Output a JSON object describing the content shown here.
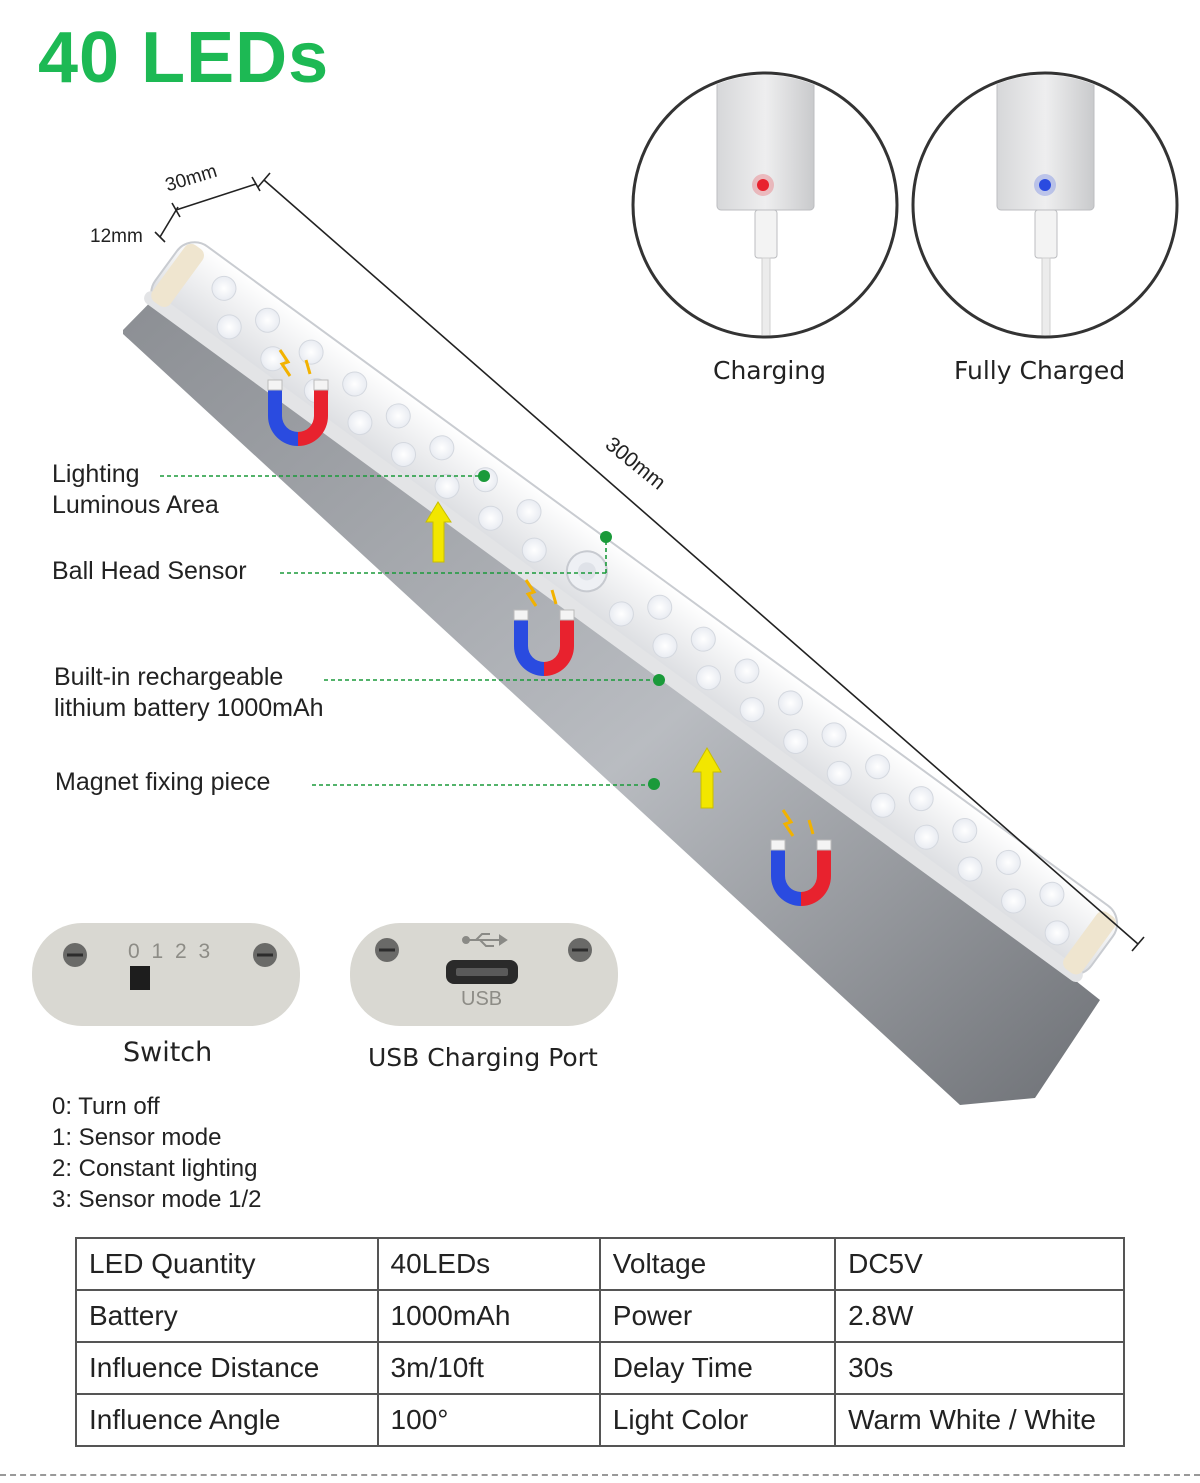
{
  "headline": "40 LEDs",
  "dimensions": {
    "width": "30mm",
    "height": "12mm",
    "length": "300mm"
  },
  "status": {
    "charging_label": "Charging",
    "charging_color": "#e8222e",
    "charged_label": "Fully Charged",
    "charged_color": "#2a4be0"
  },
  "callouts": {
    "lighting": [
      "Lighting",
      "Luminous Area"
    ],
    "sensor": "Ball Head Sensor",
    "battery": [
      "Built-in rechargeable",
      "lithium battery 1000mAh"
    ],
    "magnet": "Magnet fixing piece"
  },
  "switch": {
    "caption": "Switch",
    "positions": "0 1 2 3"
  },
  "usb": {
    "caption": "USB Charging Port",
    "label": "USB"
  },
  "modes": [
    "0: Turn off",
    "1: Sensor mode",
    "2: Constant lighting",
    "3: Sensor mode 1/2"
  ],
  "specs": [
    [
      "LED Quantity",
      "40LEDs",
      "Voltage",
      "DC5V"
    ],
    [
      "Battery",
      "1000mAh",
      "Power",
      "2.8W"
    ],
    [
      "Influence Distance",
      "3m/10ft",
      "Delay Time",
      "30s"
    ],
    [
      "Influence Angle",
      "100°",
      "Light Color",
      "Warm White / White"
    ]
  ],
  "colors": {
    "headline": "#1db954",
    "callout_dot": "#1a9a3a",
    "arrow": "#f2e600",
    "magnet_red": "#e8222e",
    "magnet_blue": "#2a4be0"
  }
}
